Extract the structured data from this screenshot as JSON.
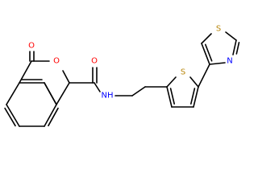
{
  "colors": {
    "background": "#ffffff",
    "bond": "#000000",
    "oxygen": "#ff0000",
    "nitrogen": "#0000ff",
    "sulfur": "#b8860b",
    "carbon": "#000000"
  },
  "atoms": [
    {
      "id": "O_carbonyl_lactone",
      "element": "O",
      "label": "O",
      "color_key": "oxygen"
    },
    {
      "id": "O_ring",
      "element": "O",
      "label": "O",
      "color_key": "oxygen"
    },
    {
      "id": "O_amide",
      "element": "O",
      "label": "O",
      "color_key": "oxygen"
    },
    {
      "id": "N_amide",
      "element": "N",
      "label": "NH",
      "color_key": "nitrogen"
    },
    {
      "id": "S_thiophene",
      "element": "S",
      "label": "S",
      "color_key": "sulfur"
    },
    {
      "id": "S_thiazole",
      "element": "S",
      "label": "S",
      "color_key": "sulfur"
    },
    {
      "id": "N_thiazole",
      "element": "N",
      "label": "N",
      "color_key": "nitrogen"
    }
  ]
}
